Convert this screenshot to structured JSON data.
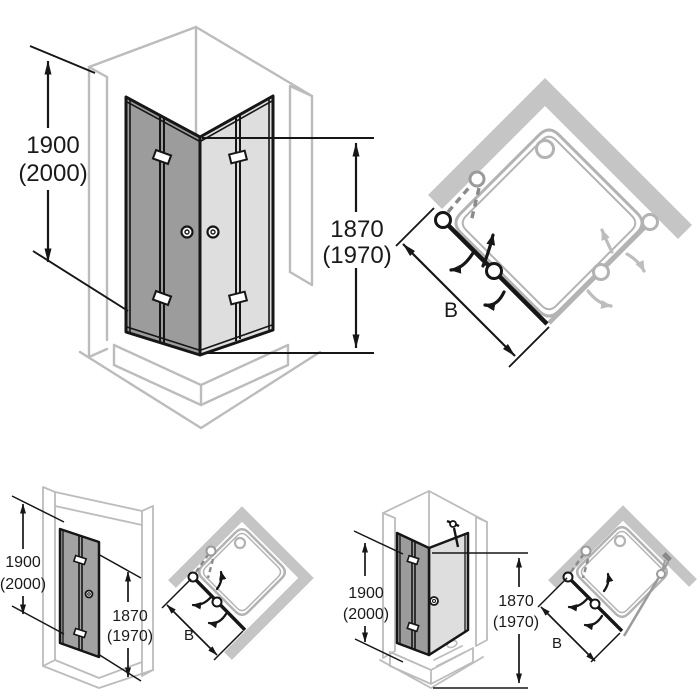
{
  "figures": {
    "top_left_iso": {
      "height": "1900",
      "height_alt": "(2000)",
      "glass_height": "1870",
      "glass_height_alt": "(1970)"
    },
    "top_right_plan": {
      "width": "B"
    },
    "bottom_left_iso": {
      "height": "1900",
      "height_alt": "(2000)",
      "glass_height": "1870",
      "glass_height_alt": "(1970)"
    },
    "bottom_left_plan": {
      "width": "B"
    },
    "bottom_right_iso": {
      "height": "1900",
      "height_alt": "(2000)",
      "glass_height": "1870",
      "glass_height_alt": "(1970)"
    },
    "bottom_right_plan": {
      "width": "B"
    }
  },
  "colors": {
    "wall_fill": "#c5c5c5",
    "gray_outline": "#b3b3b3",
    "glass_dark": "#9c9c9c",
    "glass_light": "#dedede",
    "line_black": "#161616",
    "dashed_fold": "#8a8a8a",
    "swing_gray": "#bdbdbd",
    "background": "#ffffff"
  }
}
